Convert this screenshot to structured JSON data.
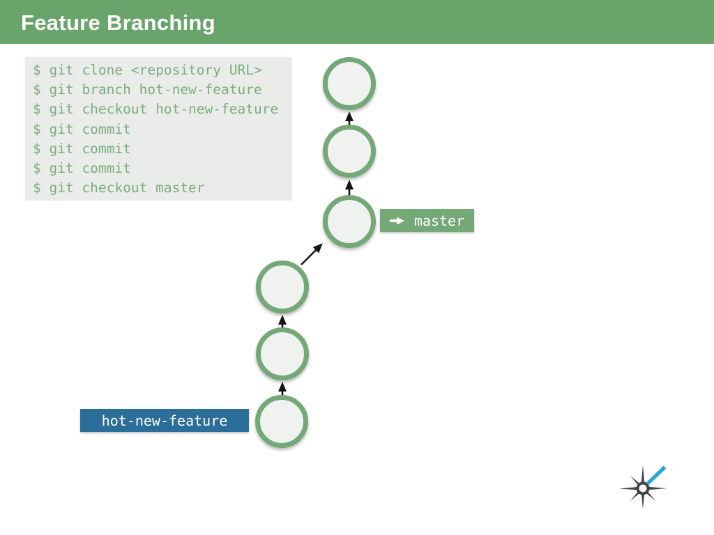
{
  "slide": {
    "title": "Feature Branching"
  },
  "code_block": {
    "lines": [
      "$ git clone <repository URL>",
      "$ git branch hot-new-feature",
      "$ git checkout hot-new-feature",
      "$ git commit",
      "$ git commit",
      "$ git commit",
      "$ git checkout master"
    ]
  },
  "diagram": {
    "master_branch": {
      "label": "master",
      "badge_icon": "right-arrow-icon",
      "badge_color": "#74a877",
      "commit_count": 3
    },
    "feature_branch": {
      "label": "hot-new-feature",
      "badge_color": "#2b6e99",
      "commit_count": 3
    },
    "node_fill": "#f0f2f0",
    "node_border": "#74a877",
    "arrow_color": "#141414"
  },
  "theme": {
    "header_green": "#69a56b",
    "code_bg": "#e9ece9",
    "code_text_green": "#7cad7e",
    "background": "#ffffff"
  },
  "logo": {
    "icon": "compass-star-logo",
    "dark_color": "#3e434a",
    "accent_color": "#2ba3da"
  }
}
